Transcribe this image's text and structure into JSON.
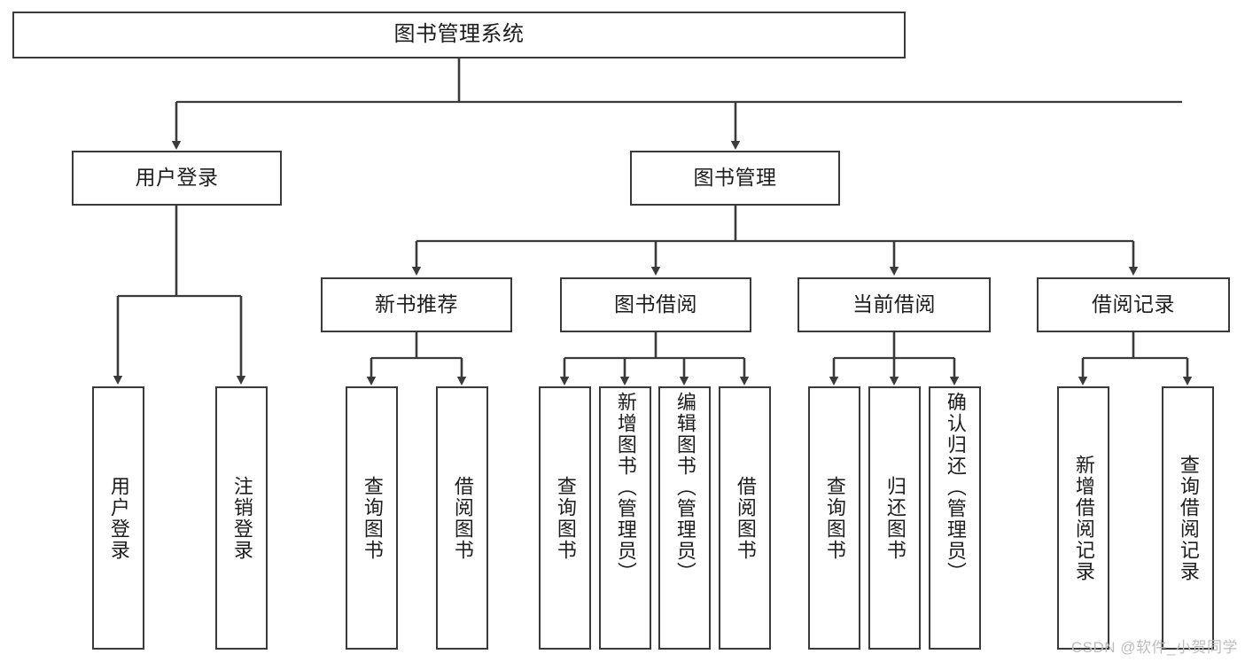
{
  "diagram": {
    "title": "图书管理系统",
    "type": "功能结构图",
    "stroke_color": "#3a3a3a",
    "text_color": "#1d1d1d",
    "background_color": "#ffffff"
  },
  "nodes": {
    "root": {
      "label": "图书管理系统"
    },
    "level2": [
      {
        "id": "user-login",
        "label": "用户登录"
      },
      {
        "id": "book-manage",
        "label": "图书管理"
      }
    ],
    "level3": [
      {
        "id": "new-book-recommend",
        "label": "新书推荐"
      },
      {
        "id": "book-borrow",
        "label": "图书借阅"
      },
      {
        "id": "current-borrow",
        "label": "当前借阅"
      },
      {
        "id": "borrow-record",
        "label": "借阅记录"
      }
    ],
    "leaves": {
      "user_login": [
        {
          "id": "leaf-user-login",
          "label": "用户登录"
        },
        {
          "id": "leaf-logout-login",
          "label": "注销登录"
        }
      ],
      "new_book_recommend": [
        {
          "id": "leaf-query-book-1",
          "label": "查询图书"
        },
        {
          "id": "leaf-borrow-book-1",
          "label": "借阅图书"
        }
      ],
      "book_borrow": [
        {
          "id": "leaf-query-book-2",
          "label": "查询图书"
        },
        {
          "id": "leaf-add-book",
          "label": "新增图书（管理员）"
        },
        {
          "id": "leaf-edit-book",
          "label": "编辑图书（管理员）"
        },
        {
          "id": "leaf-borrow-book-2",
          "label": "借阅图书"
        }
      ],
      "current_borrow": [
        {
          "id": "leaf-query-book-3",
          "label": "查询图书"
        },
        {
          "id": "leaf-return-book",
          "label": "归还图书"
        },
        {
          "id": "leaf-confirm-return",
          "label": "确认归还（管理员）"
        }
      ],
      "borrow_record": [
        {
          "id": "leaf-add-record",
          "label": "新增借阅记录"
        },
        {
          "id": "leaf-query-record",
          "label": "查询借阅记录"
        }
      ]
    }
  },
  "watermark": {
    "text": "CSDN @软件_小贺同学"
  }
}
